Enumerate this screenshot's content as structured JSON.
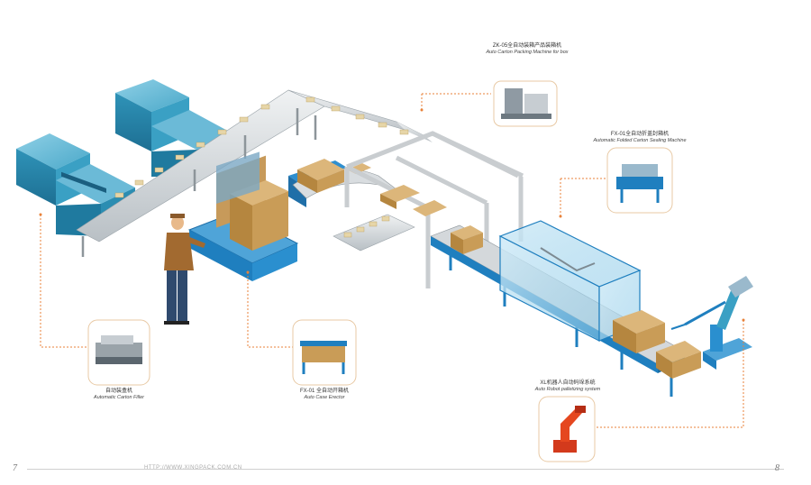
{
  "callouts": {
    "top": {
      "cn": "ZK-05全自动装箱产品装箱机",
      "en": "Auto Carton Packing Machine for box"
    },
    "right": {
      "cn": "FX-01全自动折盖封箱机",
      "en": "Automatic Folded Carton Sealing Machine"
    },
    "left": {
      "cn": "自动装盒机",
      "en": "Automatic Carton Filler"
    },
    "middle": {
      "cn": "FX-01 全自动开箱机",
      "en": "Auto Case Erector"
    },
    "bottom": {
      "cn": "XL机器人自动码垛系统",
      "en": "Auto Robot palletizing system"
    }
  },
  "footer": {
    "page_left": "7",
    "page_right": "8",
    "url": "HTTP://WWW.XINGPACK.COM.CN"
  },
  "colors": {
    "machine_teal": "#2d8fb0",
    "conveyor_blue": "#1f7fbf",
    "leader_orange": "#e8823a",
    "box_brown": "#c79a5a"
  }
}
